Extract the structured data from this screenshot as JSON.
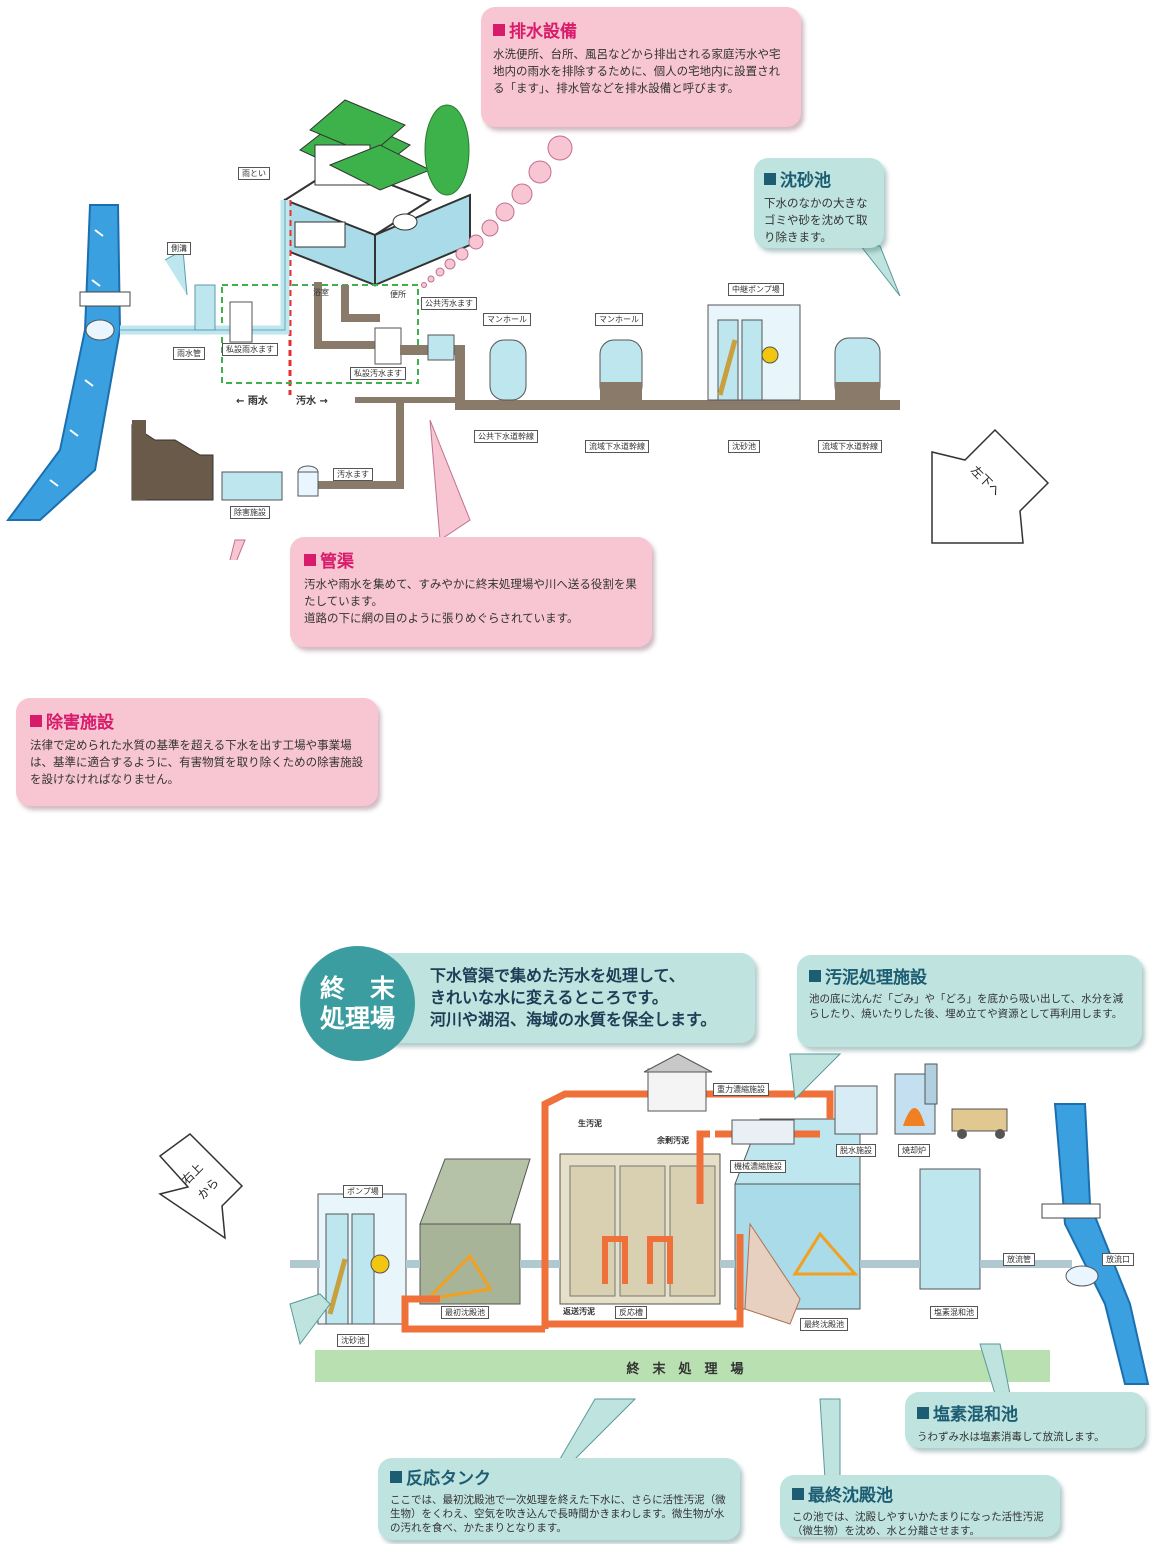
{
  "top": {
    "drainage": {
      "title": "排水設備",
      "text": "水洗便所、台所、風呂などから排出される家庭汚水や宅地内の雨水を排除するために、個人の宅地内に設置される「ます」、排水管などを排水設備と呼びます。"
    },
    "grit": {
      "title": "沈砂池",
      "text": "下水のなかの大きなゴミや砂を沈めて取り除きます。"
    },
    "pipe": {
      "title": "管渠",
      "line1": "汚水や雨水を集めて、すみやかに終末処理場や川へ送る役割を果たしています。",
      "line2": "道路の下に網の目のように張りめぐらされています。"
    },
    "removal": {
      "title": "除害施設",
      "text": "法律で定められた水質の基準を超える下水を出す工場や事業場は、基準に適合するように、有害物質を取り除くための除害施設を設けなければなりません。"
    },
    "labels": {
      "gutter": "雨とい",
      "side_ditch": "側溝",
      "rain_pipe": "雨水管",
      "private_rain": "私設雨水ます",
      "bath": "浴室",
      "toilet": "便所",
      "public_sewage": "公共汚水ます",
      "private_sewage": "私設汚水ます",
      "manhole1": "マンホール",
      "manhole2": "マンホール",
      "relay_pump": "中継ポンプ場",
      "public_sewer": "公共下水道幹線",
      "basin_sewer1": "流域下水道幹線",
      "grit_basin": "沈砂池",
      "basin_sewer2": "流域下水道幹線",
      "sewage_box": "汚水ます",
      "removal_facility": "除害施設",
      "rain_arrow": "← 雨水",
      "sewage_arrow": "汚水 →"
    },
    "arrow_label": "左下へ"
  },
  "bottom": {
    "intro_badge_1": "終　末",
    "intro_badge_2": "処理場",
    "intro_text": [
      "下水管渠で集めた汚水を処理して、",
      "きれいな水に変えるところです。",
      "河川や湖沼、海域の水質を保全します。"
    ],
    "sludge": {
      "title": "汚泥処理施設",
      "text": "池の底に沈んだ「ごみ」や「どろ」を底から吸い出して、水分を減らしたり、焼いたりした後、埋め立てや資源として再利用します。"
    },
    "chlorine": {
      "title": "塩素混和池",
      "text": "うわずみ水は塩素消毒して放流します。"
    },
    "reaction": {
      "title": "反応タンク",
      "text": "ここでは、最初沈殿池で一次処理を終えた下水に、さらに活性汚泥（微生物）をくわえ、空気を吹き込んで長時間かきまわします。微生物が水の汚れを食べ、かたまりとなります。"
    },
    "final": {
      "title": "最終沈殿池",
      "text": "この池では、沈殿しやすいかたまりになった活性汚泥（微生物）を沈め、水と分離させます。"
    },
    "labels": {
      "pump": "ポンプ場",
      "grit": "沈砂池",
      "primary": "最初沈殿池",
      "raw_sludge": "生汚泥",
      "excess_sludge": "余剰汚泥",
      "gravity": "重力濃縮施設",
      "mech": "機械濃縮施設",
      "dewater": "脱水施設",
      "incinerator": "焼却炉",
      "return_sludge": "返送汚泥",
      "reaction_tank": "反応槽",
      "final_basin": "最終沈殿池",
      "chlorine_basin": "塩素混和池",
      "outfall_pipe": "放流管",
      "outfall": "放流口"
    },
    "ground_label": "終　末　処　理　場",
    "arrow_label_1": "右上",
    "arrow_label_2": "から"
  },
  "colors": {
    "pink": "#f7c6d2",
    "pink_title": "#d81b6a",
    "teal": "#bfe3df",
    "teal_title": "#1c5d73",
    "river": "#3aa0e0",
    "pipe_brown": "#8a7a6a",
    "sludge_orange": "#f0703a"
  }
}
